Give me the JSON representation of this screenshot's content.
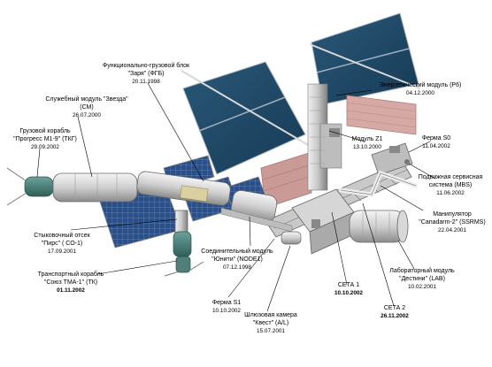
{
  "labels": {
    "fgb": {
      "title1": "Функционально-грузовой блок",
      "title2": "\"Заря\" (ФГБ)",
      "date": "20.11.1998"
    },
    "zvezda": {
      "title1": "Служебный модуль \"Звезда\"",
      "title2": "(СМ)",
      "date": "26.07.2000"
    },
    "progress": {
      "title1": "Грузовой корабль",
      "title2": "\"Прогресс М1-9\" (ТКГ)",
      "date": "29.09.2002"
    },
    "pirs": {
      "title1": "Стыковочный отсек",
      "title2": "\"Пирс\" ( СО-1)",
      "date": "17.09.2001"
    },
    "soyuz": {
      "title1": "Транспортный корабль",
      "title2": "\"Союз ТМА-1\" (ТК)",
      "date": "01.11.2002"
    },
    "unity": {
      "title1": "Соединительный модуль",
      "title2": "\"Юнити\" (NODE1)",
      "date": "07.12.1998"
    },
    "s1": {
      "title1": "Ферма S1",
      "date": "10.10.2002"
    },
    "quest": {
      "title1": "Шлюзовая камера",
      "title2": "\"Квест\" (A/L)",
      "date": "15.07.2001"
    },
    "p6": {
      "title1": "Энергетический модуль (Р6)",
      "date": "04.12.2000"
    },
    "z1": {
      "title1": "Модуль Z1",
      "date": "13.10.2000"
    },
    "s0": {
      "title1": "Ферма S0",
      "date": "11.04.2002"
    },
    "mbs": {
      "title1": "Подвижная сервисная",
      "title2": "система (MBS)",
      "date": "11.06.2002"
    },
    "canadarm": {
      "title1": "Манипулятор",
      "title2": "\"Canadarm-2\" (SSRMS)",
      "date": "22.04.2001"
    },
    "lab": {
      "title1": "Лабораторный модуль",
      "title2": "\"Дестини\" (LAB)",
      "date": "10.02.2001"
    },
    "ceta1": {
      "title1": "СЕТА 1",
      "date": "10.10.2002"
    },
    "ceta2": {
      "title1": "СЕТА 2",
      "date": "26.11.2002"
    }
  }
}
